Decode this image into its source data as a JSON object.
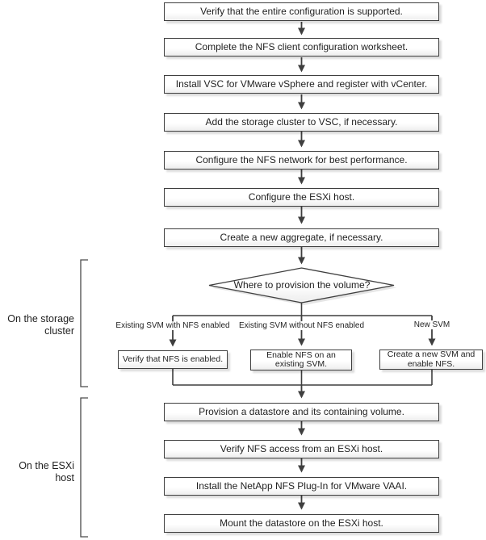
{
  "diagram": {
    "type": "flowchart",
    "top_steps": [
      "Verify that the entire configuration is supported.",
      "Complete the NFS client configuration worksheet.",
      "Install VSC for VMware vSphere and register with vCenter.",
      "Add the storage cluster to VSC, if necessary.",
      "Configure the NFS network for best performance.",
      "Configure the ESXi host.",
      "Create a new aggregate, if necessary."
    ],
    "decision": "Where to provision the volume?",
    "branches": [
      {
        "condition": "Existing SVM with NFS enabled",
        "action": "Verify that NFS is enabled."
      },
      {
        "condition": "Existing SVM without NFS enabled",
        "action": "Enable NFS on an existing SVM."
      },
      {
        "condition": "New SVM",
        "action": "Create a new SVM and enable NFS."
      }
    ],
    "bottom_steps": [
      "Provision a datastore and its containing volume.",
      "Verify NFS access from an ESXi host.",
      "Install the NetApp NFS Plug-In for VMware VAAI.",
      "Mount the datastore on the ESXi host."
    ],
    "annotations": {
      "storage_cluster": "On the storage cluster",
      "esxi_host": "On the ESXi host"
    },
    "colors": {
      "line": "#3f3f3f",
      "box_border": "#3f3f3f",
      "box_fill_top": "#ffffff",
      "box_fill_bottom": "#eeeeee",
      "text": "#1f1f1f"
    }
  }
}
